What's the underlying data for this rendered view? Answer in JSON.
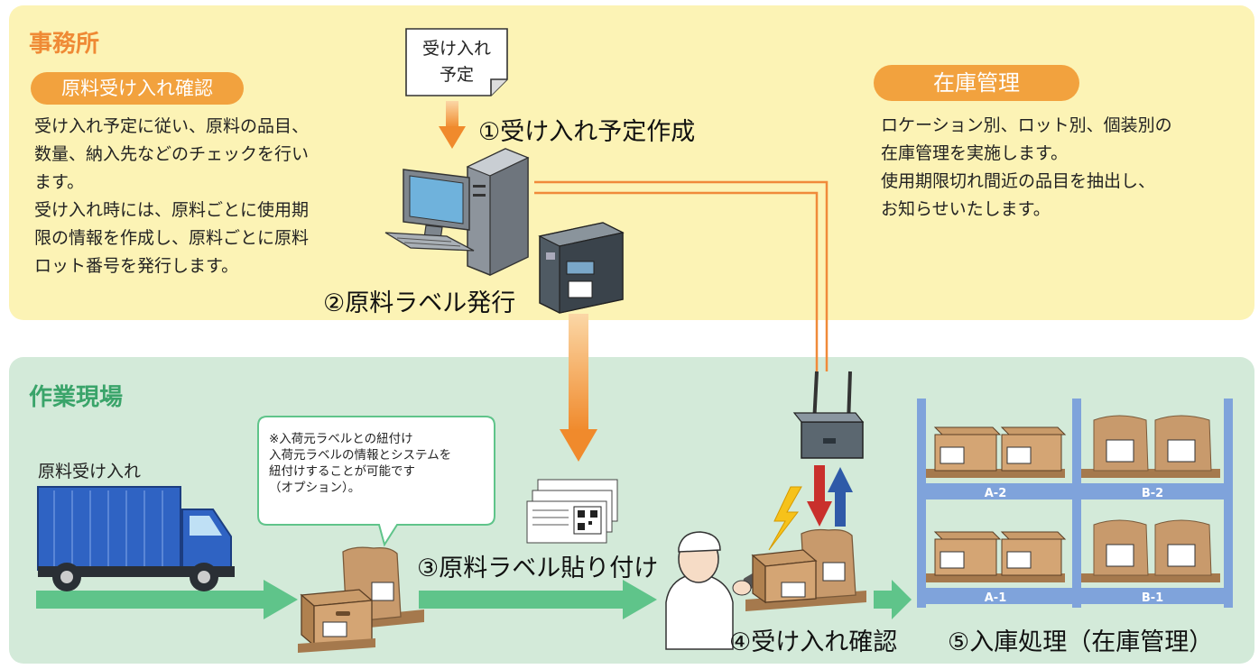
{
  "office": {
    "title": "事務所",
    "material_check": {
      "heading": "原料受け入れ確認",
      "lines": [
        "受け入れ予定に従い、原料の品目、",
        "数量、納入先などのチェックを行い",
        "ます。",
        "受け入れ時には、原料ごとに使用期",
        "限の情報を作成し、原料ごとに原料",
        "ロット番号を発行します。"
      ]
    },
    "doc_lines": [
      "受け入れ",
      "予定"
    ],
    "step1": "①受け入れ予定作成",
    "step2": "②原料ラベル発行",
    "inventory": {
      "heading": "在庫管理",
      "lines": [
        "ロケーション別、ロット別、個装別の",
        "在庫管理を実施します。",
        "使用期限切れ間近の品目を抽出し、",
        "お知らせいたします。"
      ]
    }
  },
  "site": {
    "title": "作業現場",
    "receiving_label": "原料受け入れ",
    "note_lines": [
      "※入荷元ラベルとの紐付け",
      "入荷元ラベルの情報とシステムを",
      "紐付けすることが可能です",
      "（オプション）。"
    ],
    "step3": "③原料ラベル貼り付け",
    "step4": "④受け入れ確認",
    "step5": "⑤入庫処理（在庫管理）",
    "shelves": [
      "A-2",
      "B-2",
      "A-1",
      "B-1"
    ]
  },
  "colors": {
    "office_bg": "#fcf3b5",
    "site_bg": "#d3ead9",
    "office_title": "#ef8a35",
    "site_title": "#3aa46a",
    "pill": "#f2a23e",
    "flow_arrow": "#5fc48a",
    "orange_arrow": "#f08a2c",
    "shelf": "#7fa3db",
    "cable": "#f08a3a"
  }
}
